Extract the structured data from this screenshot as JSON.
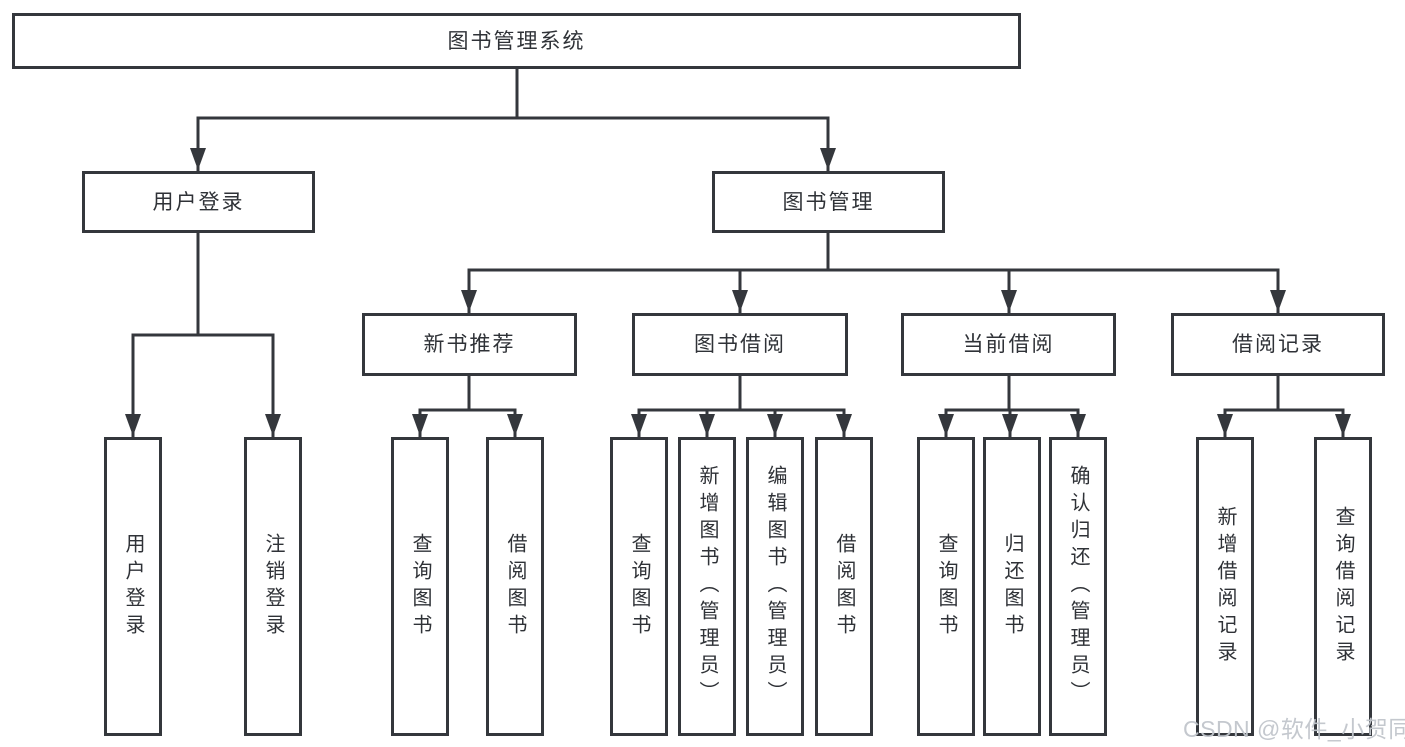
{
  "diagram": {
    "tree": {
      "root": {
        "label": "图书管理系统"
      },
      "children": [
        {
          "label": "用户登录",
          "children": [
            {
              "label": "用户登录"
            },
            {
              "label": "注销登录"
            }
          ]
        },
        {
          "label": "图书管理",
          "children": [
            {
              "label": "新书推荐",
              "children": [
                {
                  "label": "查询图书"
                },
                {
                  "label": "借阅图书"
                }
              ]
            },
            {
              "label": "图书借阅",
              "children": [
                {
                  "label": "查询图书"
                },
                {
                  "label": "新增图书（管理员）"
                },
                {
                  "label": "编辑图书（管理员）"
                },
                {
                  "label": "借阅图书"
                }
              ]
            },
            {
              "label": "当前借阅",
              "children": [
                {
                  "label": "查询图书"
                },
                {
                  "label": "归还图书"
                },
                {
                  "label": "确认归还（管理员）"
                }
              ]
            },
            {
              "label": "借阅记录",
              "children": [
                {
                  "label": "新增借阅记录"
                },
                {
                  "label": "查询借阅记录"
                }
              ]
            }
          ]
        }
      ]
    },
    "colors": {
      "line": "#34373c",
      "box_border": "#34373c",
      "text": "#2f3237",
      "background": "#ffffff",
      "watermark": "#c1c5cb"
    }
  },
  "watermark": {
    "text": "CSDN @软件_小贺同学"
  }
}
